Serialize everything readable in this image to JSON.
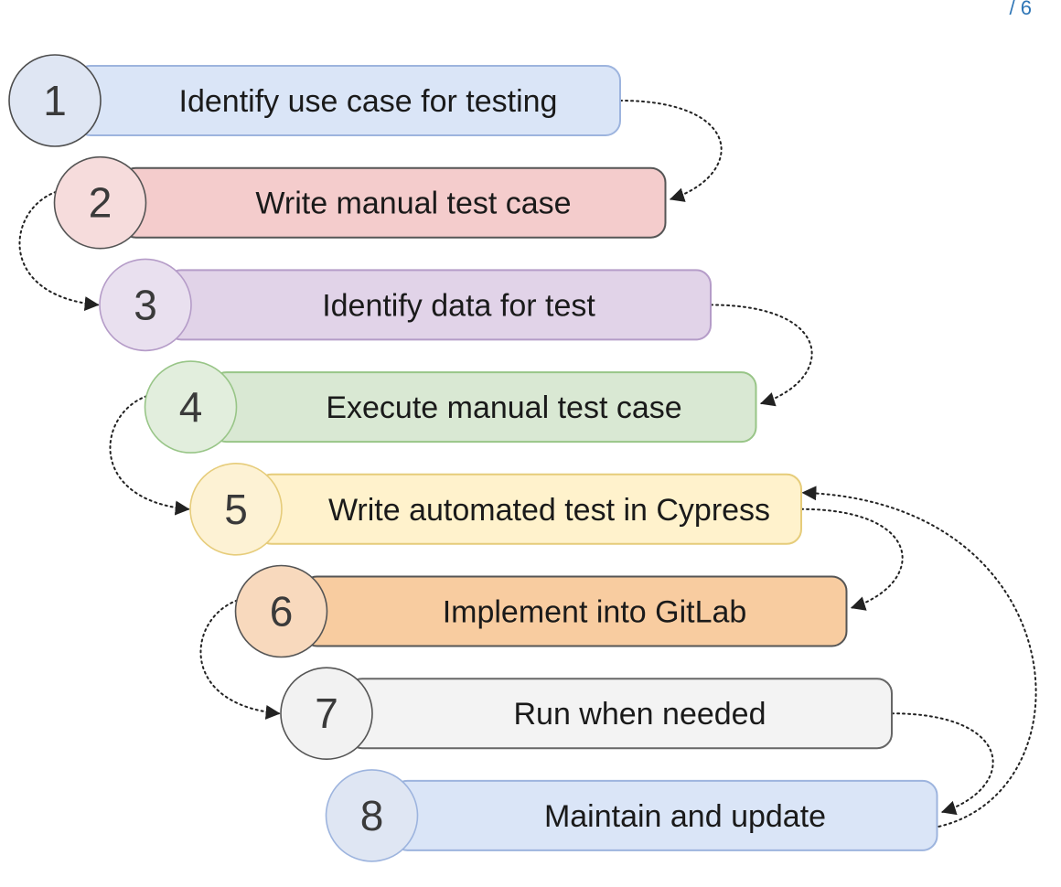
{
  "page_number": "/ 6",
  "steps": [
    {
      "number": "1",
      "label": "Identify use case for testing",
      "fill": "#dae5f7",
      "stroke": "#9db4de",
      "circle_fill": "#dfe6f3",
      "circle_stroke": "#4d4d4d"
    },
    {
      "number": "2",
      "label": "Write manual test case",
      "fill": "#f4cccc",
      "stroke": "#555555",
      "circle_fill": "#f6dcdc",
      "circle_stroke": "#555555"
    },
    {
      "number": "3",
      "label": "Identify data for test",
      "fill": "#e1d3e8",
      "stroke": "#b59cc8",
      "circle_fill": "#e9e0ef",
      "circle_stroke": "#b59cc8"
    },
    {
      "number": "4",
      "label": "Execute manual test case",
      "fill": "#d9e8d3",
      "stroke": "#98c587",
      "circle_fill": "#e2eedd",
      "circle_stroke": "#98c587"
    },
    {
      "number": "5",
      "label": "Write automated test in Cypress",
      "fill": "#fff2cc",
      "stroke": "#e6cc7a",
      "circle_fill": "#fdf2d4",
      "circle_stroke": "#e6cc7a"
    },
    {
      "number": "6",
      "label": "Implement into GitLab",
      "fill": "#f8cca0",
      "stroke": "#555555",
      "circle_fill": "#f8d9bd",
      "circle_stroke": "#555555"
    },
    {
      "number": "7",
      "label": "Run when needed",
      "fill": "#f3f3f3",
      "stroke": "#666666",
      "circle_fill": "#f2f2f2",
      "circle_stroke": "#555555"
    },
    {
      "number": "8",
      "label": "Maintain and update",
      "fill": "#dae5f7",
      "stroke": "#9db4de",
      "circle_fill": "#dfe6f3",
      "circle_stroke": "#9db4de"
    }
  ],
  "connectors": [
    {
      "from": "1",
      "to": "2"
    },
    {
      "from": "2",
      "to": "3"
    },
    {
      "from": "3",
      "to": "4"
    },
    {
      "from": "4",
      "to": "5"
    },
    {
      "from": "5",
      "to": "6"
    },
    {
      "from": "6",
      "to": "7"
    },
    {
      "from": "7",
      "to": "8"
    },
    {
      "from": "8",
      "to": "5"
    }
  ],
  "colors": {
    "text": "#1a1a1a",
    "number_text": "#3a3a3a",
    "connector": "#222222",
    "page_number": "#2e75b6"
  }
}
